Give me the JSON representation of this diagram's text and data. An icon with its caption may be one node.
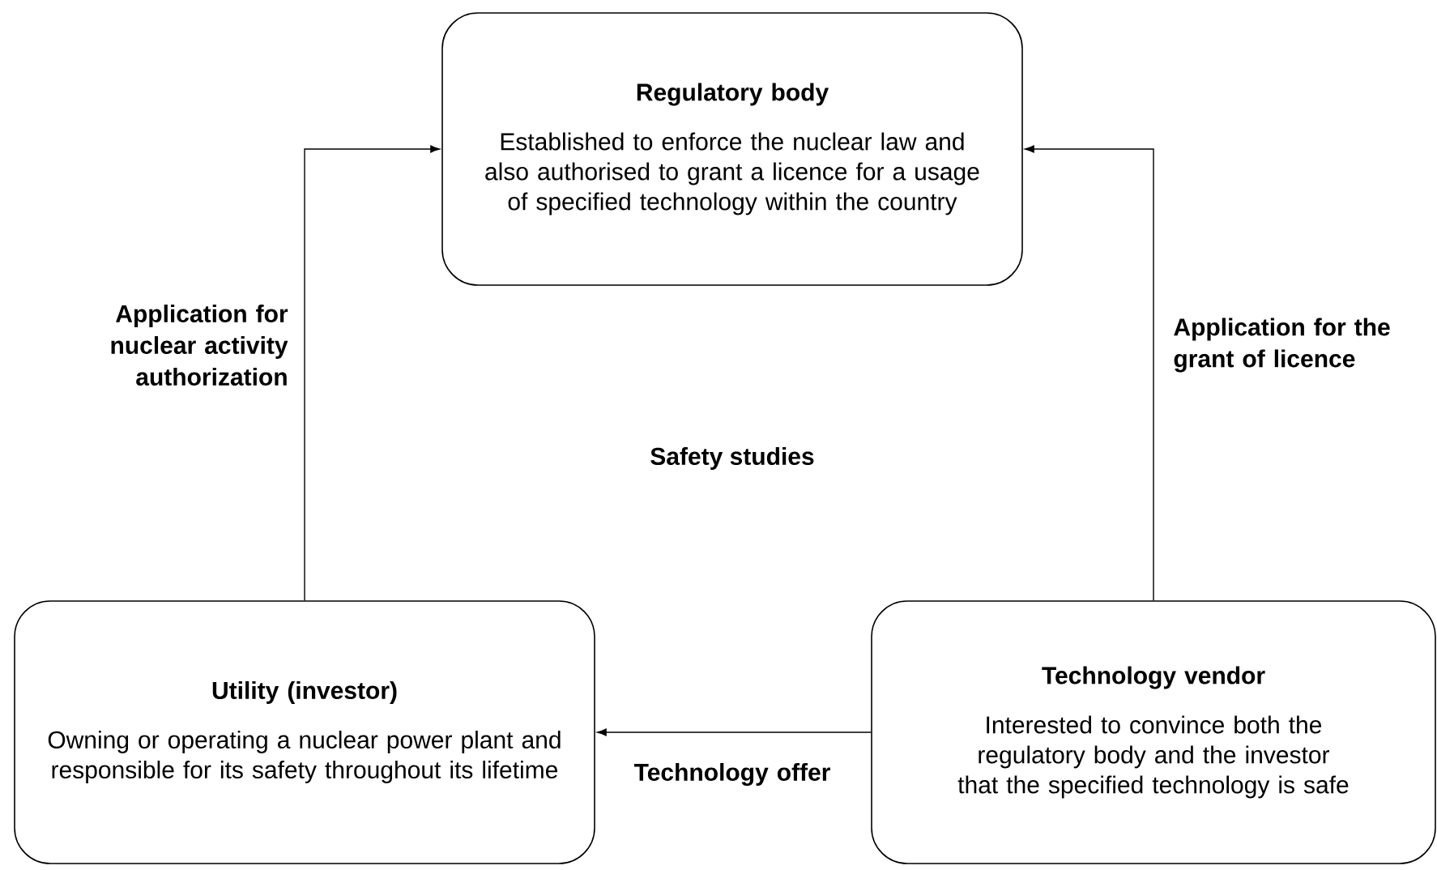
{
  "diagram": {
    "nodes": [
      {
        "text": [
          "Regulatory body",
          "Established to enforce the nuclear law and also authorised to grant a licence for a usage of specified technology within the country"
        ]
      },
      {
        "text": [
          "Utility (investor)",
          "Owning or operating a nuclear power plant and responsible for its safety throughout its lifetime"
        ]
      },
      {
        "text": [
          "Technology vendor",
          "Interested to convince both the regulatory body and the investor that the specified technology is safe"
        ]
      }
    ],
    "edges": [
      {
        "from": 1,
        "to": 0,
        "arrow": "to",
        "label": "Application for nuclear activity authorization"
      },
      {
        "from": 2,
        "to": 0,
        "arrow": "to",
        "label": "Application for the grant of licence"
      },
      {
        "from": 2,
        "to": 1,
        "arrow": "to",
        "label": "Technology offer"
      }
    ],
    "labels": [
      "Safety studies"
    ]
  }
}
